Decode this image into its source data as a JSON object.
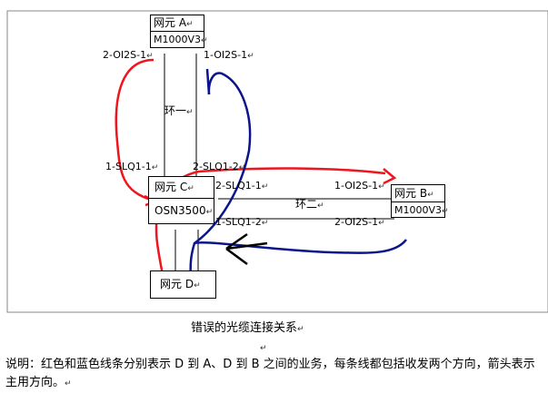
{
  "nodes": {
    "a": {
      "name": "网元 A",
      "model": "M1000V3"
    },
    "b": {
      "name": "网元 B",
      "model": "M1000V3"
    },
    "c": {
      "name": "网元 C",
      "model": "OSN3500"
    },
    "d": {
      "name": "网元 D"
    }
  },
  "ports": {
    "a_left": "2-OI2S-1",
    "a_right": "1-OI2S-1",
    "c_top_left": "1-SLQ1-1",
    "c_top_right": "2-SLQ1-2",
    "c_mid": "2-SLQ1-1",
    "c_bottom": "1-SLQ1-2",
    "b_top": "1-OI2S-1",
    "b_bottom": "2-OI2S-1"
  },
  "rings": {
    "ring1": "环一",
    "ring2": "环二"
  },
  "caption": "错误的光缆连接关系",
  "note": "说明：红色和蓝色线条分别表示 D 到 A、D 到 B 之间的业务，每条线都包括收发两个方向，箭头表示主用方向。",
  "colors": {
    "red": "#f0141e",
    "blue": "#0a148c",
    "black": "#000000"
  }
}
